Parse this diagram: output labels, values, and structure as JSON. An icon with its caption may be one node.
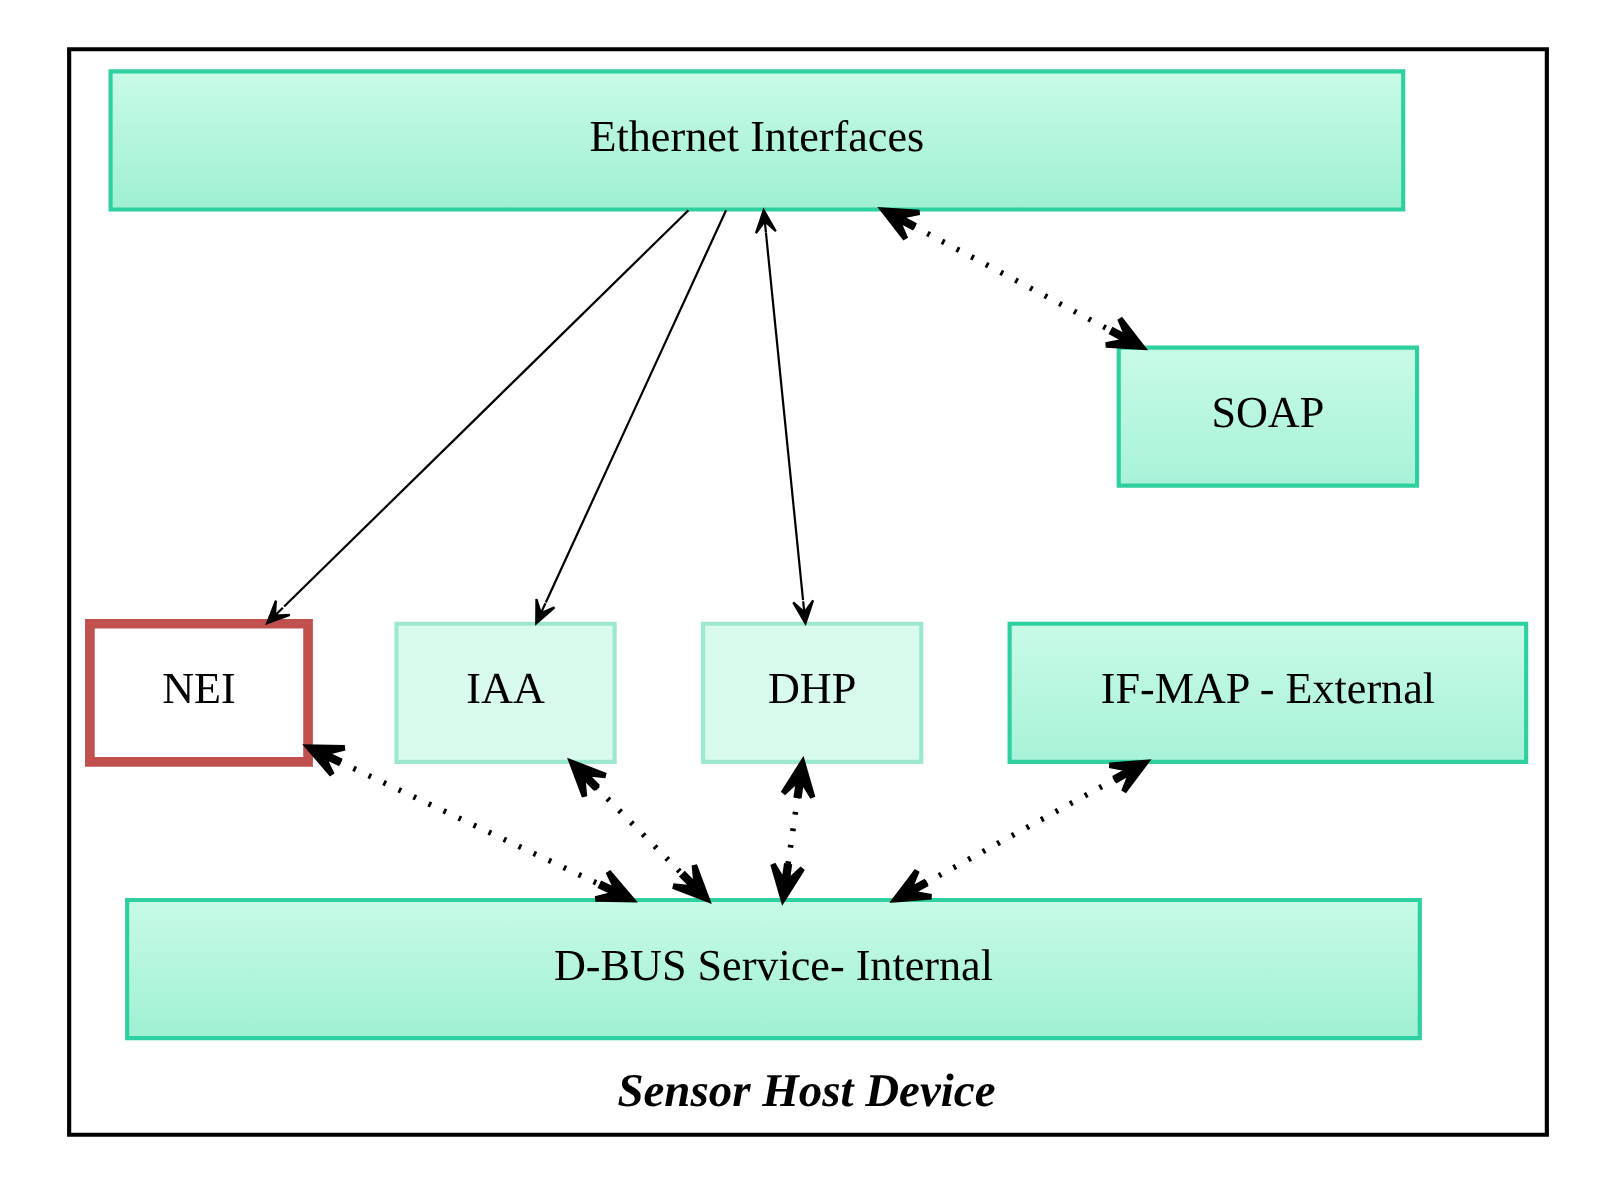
{
  "diagram": {
    "nodes": [
      {
        "text": [
          "Sensor Host Device"
        ]
      },
      {
        "text": [
          "Ethernet Interfaces"
        ],
        "in": 0
      },
      {
        "text": [
          "NEI"
        ],
        "in": 0
      },
      {
        "text": [
          "IAA"
        ],
        "in": 0
      },
      {
        "text": [
          "DHP"
        ],
        "in": 0
      },
      {
        "text": [
          "SOAP"
        ],
        "in": 0
      },
      {
        "text": [
          "IF-MAP - External"
        ],
        "in": 0
      },
      {
        "text": [
          "D-BUS Service- Internal"
        ],
        "in": 0
      }
    ],
    "edges": [
      {
        "from": 1,
        "to": 2,
        "arrow": "to"
      },
      {
        "from": 1,
        "to": 3,
        "arrow": "to"
      },
      {
        "from": 1,
        "to": 4,
        "arrow": "both"
      },
      {
        "from": 1,
        "to": 5,
        "arrow": "both",
        "style": "dashed"
      },
      {
        "from": 2,
        "to": 7,
        "arrow": "both",
        "style": "dashed"
      },
      {
        "from": 3,
        "to": 7,
        "arrow": "both",
        "style": "dashed"
      },
      {
        "from": 4,
        "to": 7,
        "arrow": "both",
        "style": "dashed"
      },
      {
        "from": 6,
        "to": 7,
        "arrow": "both",
        "style": "dashed"
      }
    ]
  }
}
